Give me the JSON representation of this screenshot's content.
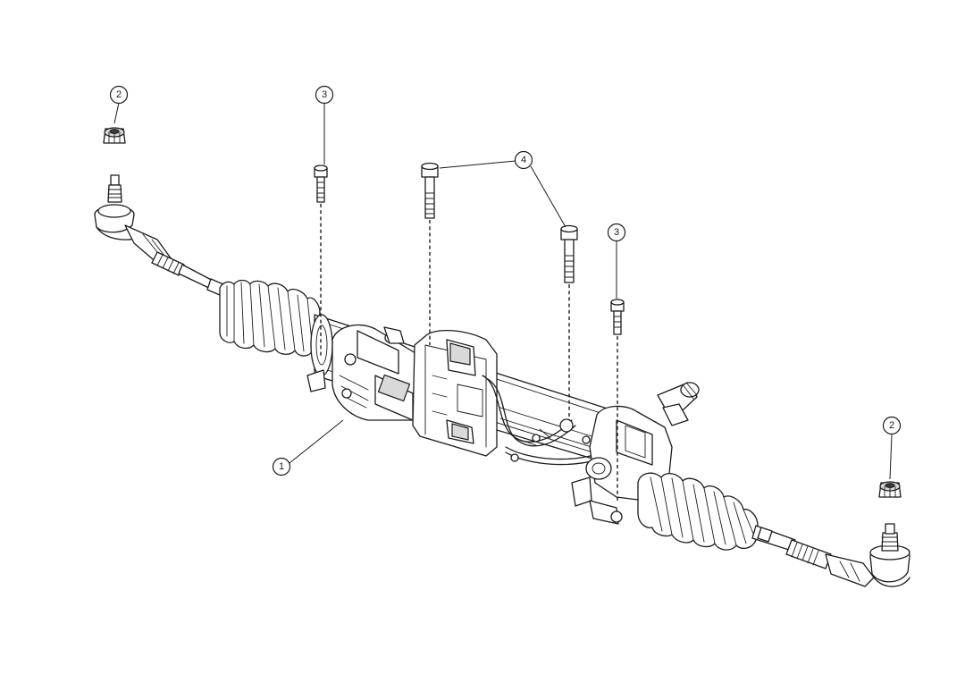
{
  "callouts": {
    "item1": "1",
    "item2_left": "2",
    "item2_right": "2",
    "item3_left": "3",
    "item3_right": "3",
    "item4": "4"
  }
}
